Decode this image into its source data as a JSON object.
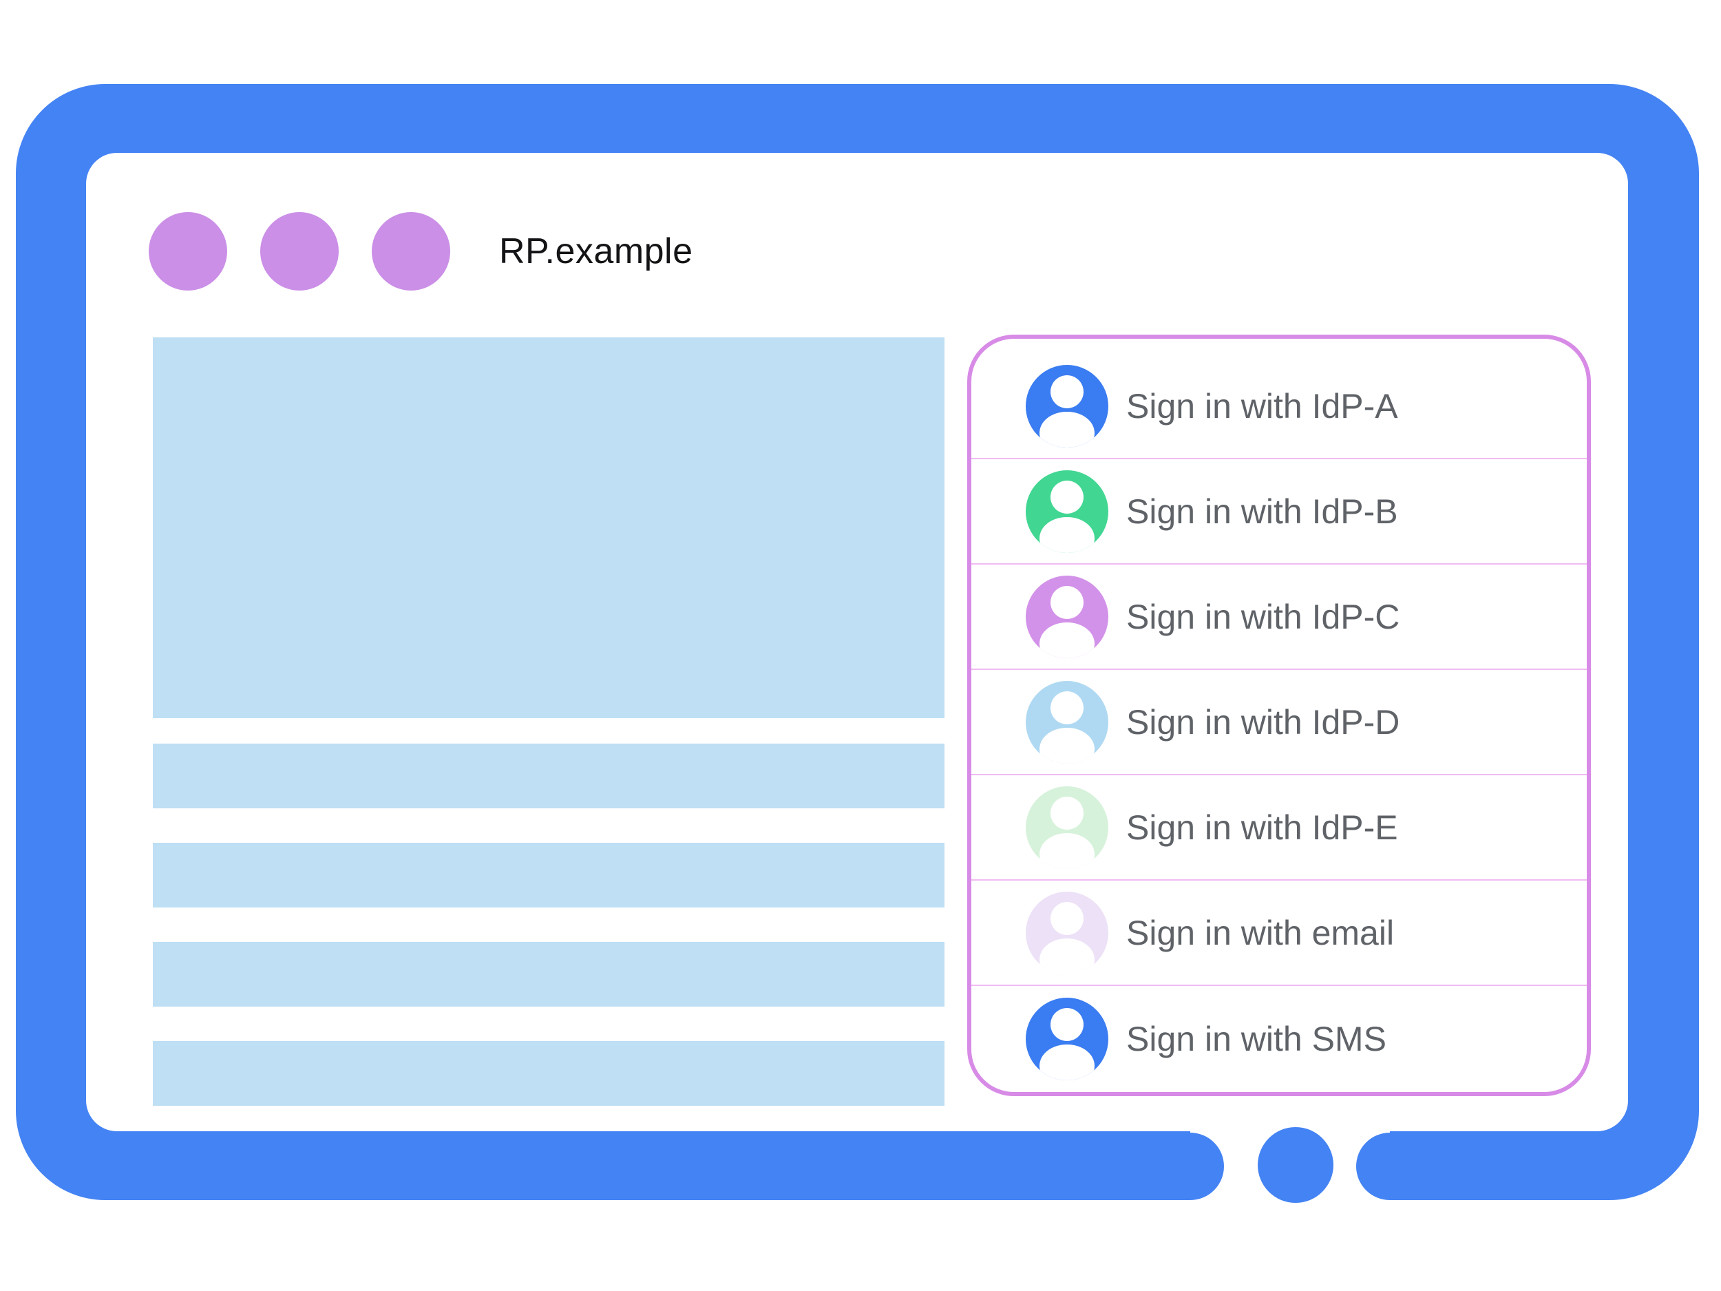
{
  "browser": {
    "title": "RP.example"
  },
  "signin_panel": {
    "items": [
      {
        "label": "Sign in with IdP-A",
        "icon": "person-icon",
        "avatar_color": "#3A7CF1"
      },
      {
        "label": "Sign in with IdP-B",
        "icon": "person-icon",
        "avatar_color": "#41D692"
      },
      {
        "label": "Sign in with IdP-C",
        "icon": "person-icon",
        "avatar_color": "#D392E9"
      },
      {
        "label": "Sign in with IdP-D",
        "icon": "person-icon",
        "avatar_color": "#AFD9F2"
      },
      {
        "label": "Sign in with IdP-E",
        "icon": "person-icon",
        "avatar_color": "#D7F2DB"
      },
      {
        "label": "Sign in with email",
        "icon": "person-icon",
        "avatar_color": "#ECE1F6"
      },
      {
        "label": "Sign in with SMS",
        "icon": "person-icon",
        "avatar_color": "#3A7CF1"
      }
    ]
  },
  "colors": {
    "frame": "#4483F4",
    "placeholder": "#BEDFF4",
    "window_dot": "#CB8FE7",
    "panel_border": "#D78BE6",
    "panel_divider": "#F0BCF2",
    "label_text": "#5F6368",
    "title_text": "#141417"
  }
}
